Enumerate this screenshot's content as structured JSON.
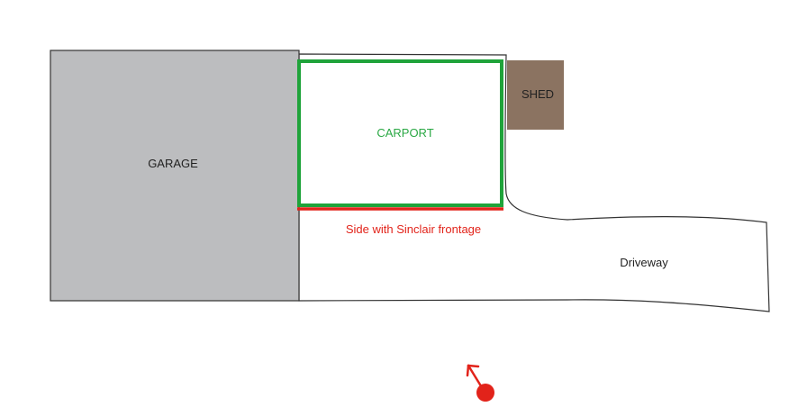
{
  "labels": {
    "garage": "GARAGE",
    "carport": "CARPORT",
    "shed": "SHED",
    "frontage": "Side with Sinclair frontage",
    "driveway": "Driveway"
  },
  "colors": {
    "garage_fill": "#bcbdbf",
    "outline": "#333333",
    "carport_border": "#1fa33a",
    "carport_text": "#2aa844",
    "shed_fill": "#8b7361",
    "frontage": "#e2231a",
    "marker": "#e2231a",
    "text": "#222222"
  },
  "icons": {
    "marker": "location-dot-icon",
    "arrow": "direction-arrow-icon"
  }
}
